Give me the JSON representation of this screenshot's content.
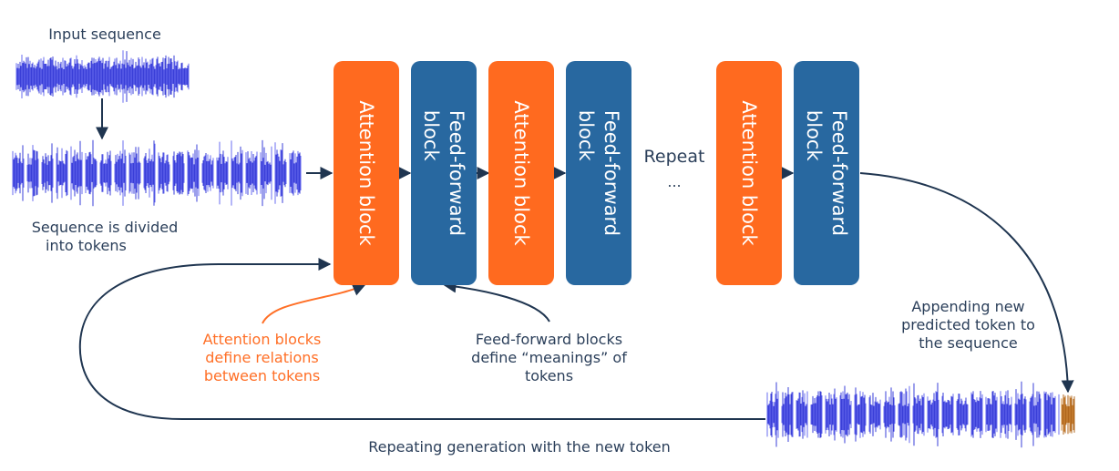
{
  "labels": {
    "input_sequence": "Input sequence",
    "divided_line1": "Sequence is divided",
    "divided_line2": "into tokens",
    "repeat": "Repeat",
    "ellipsis": "...",
    "attention_note_line1": "Attention blocks",
    "attention_note_line2": "define relations",
    "attention_note_line3": "between tokens",
    "ff_note_line1": "Feed-forward blocks",
    "ff_note_line2": "define “meanings” of",
    "ff_note_line3": "tokens",
    "append_line1": "Appending new",
    "append_line2": "predicted token to",
    "append_line3": "the sequence",
    "repeat_generation": "Repeating generation with the new token"
  },
  "blocks": [
    {
      "type": "attention",
      "label": "Attention block"
    },
    {
      "type": "feedforward",
      "label": "Feed-forward\nblock"
    },
    {
      "type": "attention",
      "label": "Attention block"
    },
    {
      "type": "feedforward",
      "label": "Feed-forward\nblock"
    },
    {
      "type": "attention",
      "label": "Attention block"
    },
    {
      "type": "feedforward",
      "label": "Feed-forward\nblock"
    }
  ],
  "colors": {
    "attention": "#ff6a1f",
    "feedforward": "#2868a0",
    "waveform": "#3a3fd8",
    "waveform_light": "#6a6cf0",
    "new_token": "#b0671d",
    "arrow": "#1f3550",
    "text": "#2b3f5a",
    "note_orange": "#ff6f26"
  }
}
